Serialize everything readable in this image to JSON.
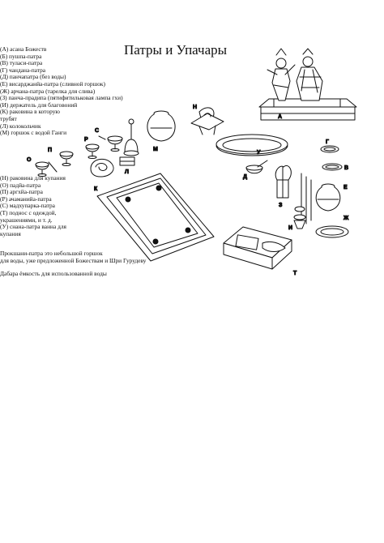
{
  "page": {
    "title": "Патры и Упачары"
  },
  "legend_top": [
    "(А) асана Божеств",
    "(Б) пушпа-патра",
    "(В) туласи-патра",
    "(Г) чандана-патра",
    "(Д) панчапатра (без воды)",
    "(Е) висарджанйа-патра (сливной горшок)",
    "(Ж) арчана-патра (тарелка для слива)",
    "(З) панча-прадипа (пятифитильковая лампа гхи)",
    "(И) держатель для благовоний",
    "(К) раковина в которую",
    "трубят",
    "(Л) колокольчик",
    "(М) горшок с водой Ганги"
  ],
  "legend_bottom": [
    "(Н) раковина для купания",
    "(О) падйа-патра",
    "(П) аргхйа-патра",
    "(Р) ачаманийа-патра",
    "(С) мадхупарка-патра",
    "(Т) поднос с одеждой,",
    "украшениями, и т. д.",
    "(У) снана-патра ванна для",
    "купания"
  ],
  "notes": {
    "proksani_line1": "Прокшани-патра это небольшой горшок",
    "proksani_line2": "для воды, уже предложенной Божествам и Шри Гурудеву",
    "dabara": "Дабара ёмкость для использованной воды"
  },
  "labels": {
    "A": "А",
    "N": "Н",
    "S": "С",
    "R": "Р",
    "P": "П",
    "O": "О",
    "L": "Л",
    "K": "К",
    "M": "М",
    "U": "У",
    "D": "Д",
    "G": "Г",
    "V": "В",
    "E": "Е",
    "Zh": "Ж",
    "Z": "З",
    "I": "И",
    "T": "Т"
  }
}
